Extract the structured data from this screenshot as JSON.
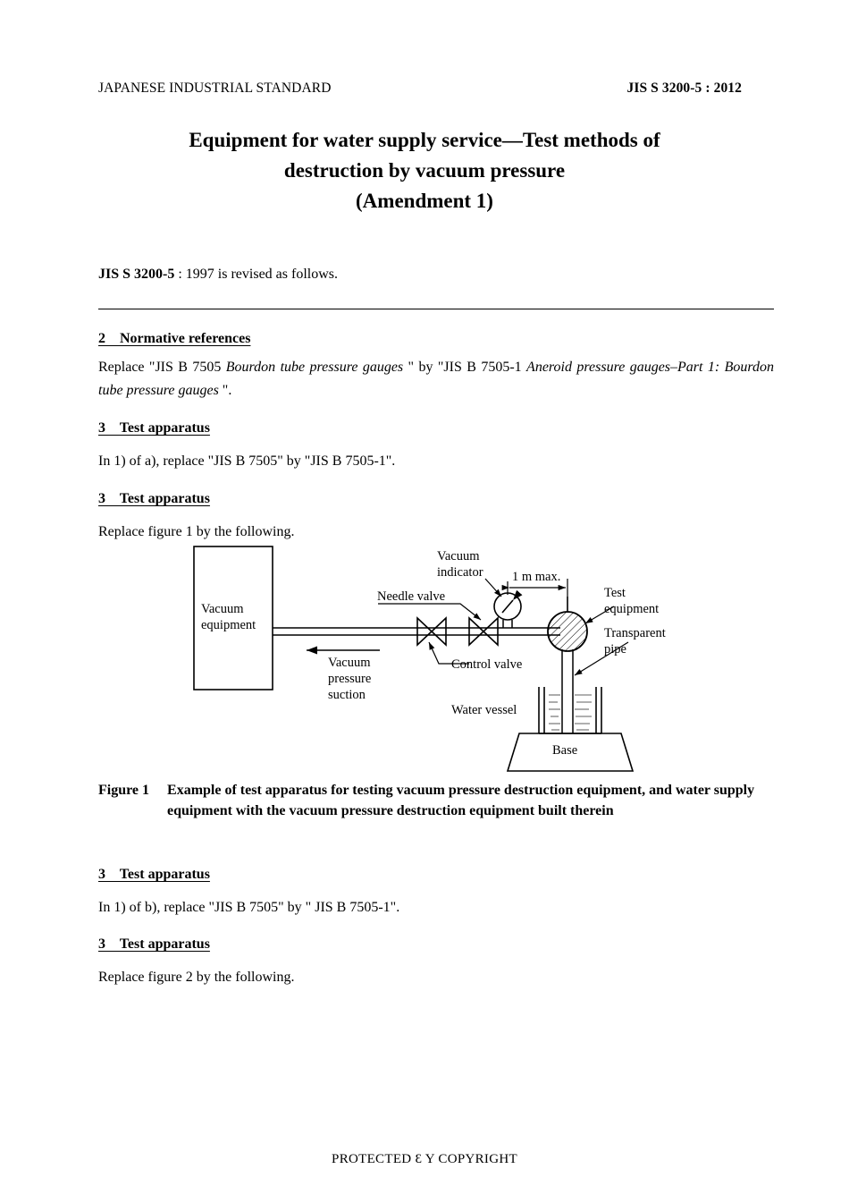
{
  "header": {
    "left": "JAPANESE INDUSTRIAL STANDARD",
    "right": "JIS S 3200-5 : 2012"
  },
  "title": {
    "line1": "Equipment for water supply service—Test methods of",
    "line2": "destruction by vacuum pressure",
    "line3": "(Amendment 1)"
  },
  "leadin": {
    "standard": "JIS S 3200-5",
    "rest": " : 1997 is revised as follows."
  },
  "sections": [
    {
      "heading": "2    Normative references",
      "body_prefix": "Replace \"JIS B 7505 ",
      "body_italic1": "Bourdon tube pressure gauges",
      "body_mid": " \" by \"JIS B 7505-1 ",
      "body_italic2": "Aneroid pressure gauges–Part 1: Bourdon tube pressure gauges",
      "body_suffix": " \"."
    },
    {
      "heading": "3    Test apparatus",
      "body": "In 1) of a), replace \"JIS B 7505\" by \"JIS B 7505-1\"."
    },
    {
      "heading": "3    Test apparatus",
      "body": "Replace figure 1 by the following."
    },
    {
      "heading": "3    Test apparatus",
      "body": "In 1) of b), replace \"JIS B 7505\" by \" JIS B 7505-1\"."
    },
    {
      "heading": "3    Test apparatus",
      "body": "Replace figure 2 by the following."
    }
  ],
  "figure": {
    "label": "Figure 1",
    "caption": "Example of test apparatus for testing vacuum pressure destruction equipment, and water supply equipment with the vacuum pressure destruction equipment built therein",
    "labels": {
      "vacuum_equipment_line1": "Vacuum",
      "vacuum_equipment_line2": "equipment",
      "vacuum_suction_line1": "Vacuum",
      "vacuum_suction_line2": "pressure",
      "vacuum_suction_line3": "suction",
      "needle_valve": "Needle valve",
      "control_valve": "Control valve",
      "vacuum_indicator_line1": "Vacuum",
      "vacuum_indicator_line2": "indicator",
      "dimension": "1 m max.",
      "test_equipment_line1": "Test",
      "test_equipment_line2": "equipment",
      "transparent_pipe_line1": "Transparent",
      "transparent_pipe_line2": "pipe",
      "water_vessel": "Water vessel",
      "base": "Base"
    }
  },
  "footer": {
    "text": "PROTECTED Ɛ Y COPYRIGHT"
  },
  "colors": {
    "ink": "#000000",
    "paper": "#ffffff",
    "water": "#808080"
  }
}
